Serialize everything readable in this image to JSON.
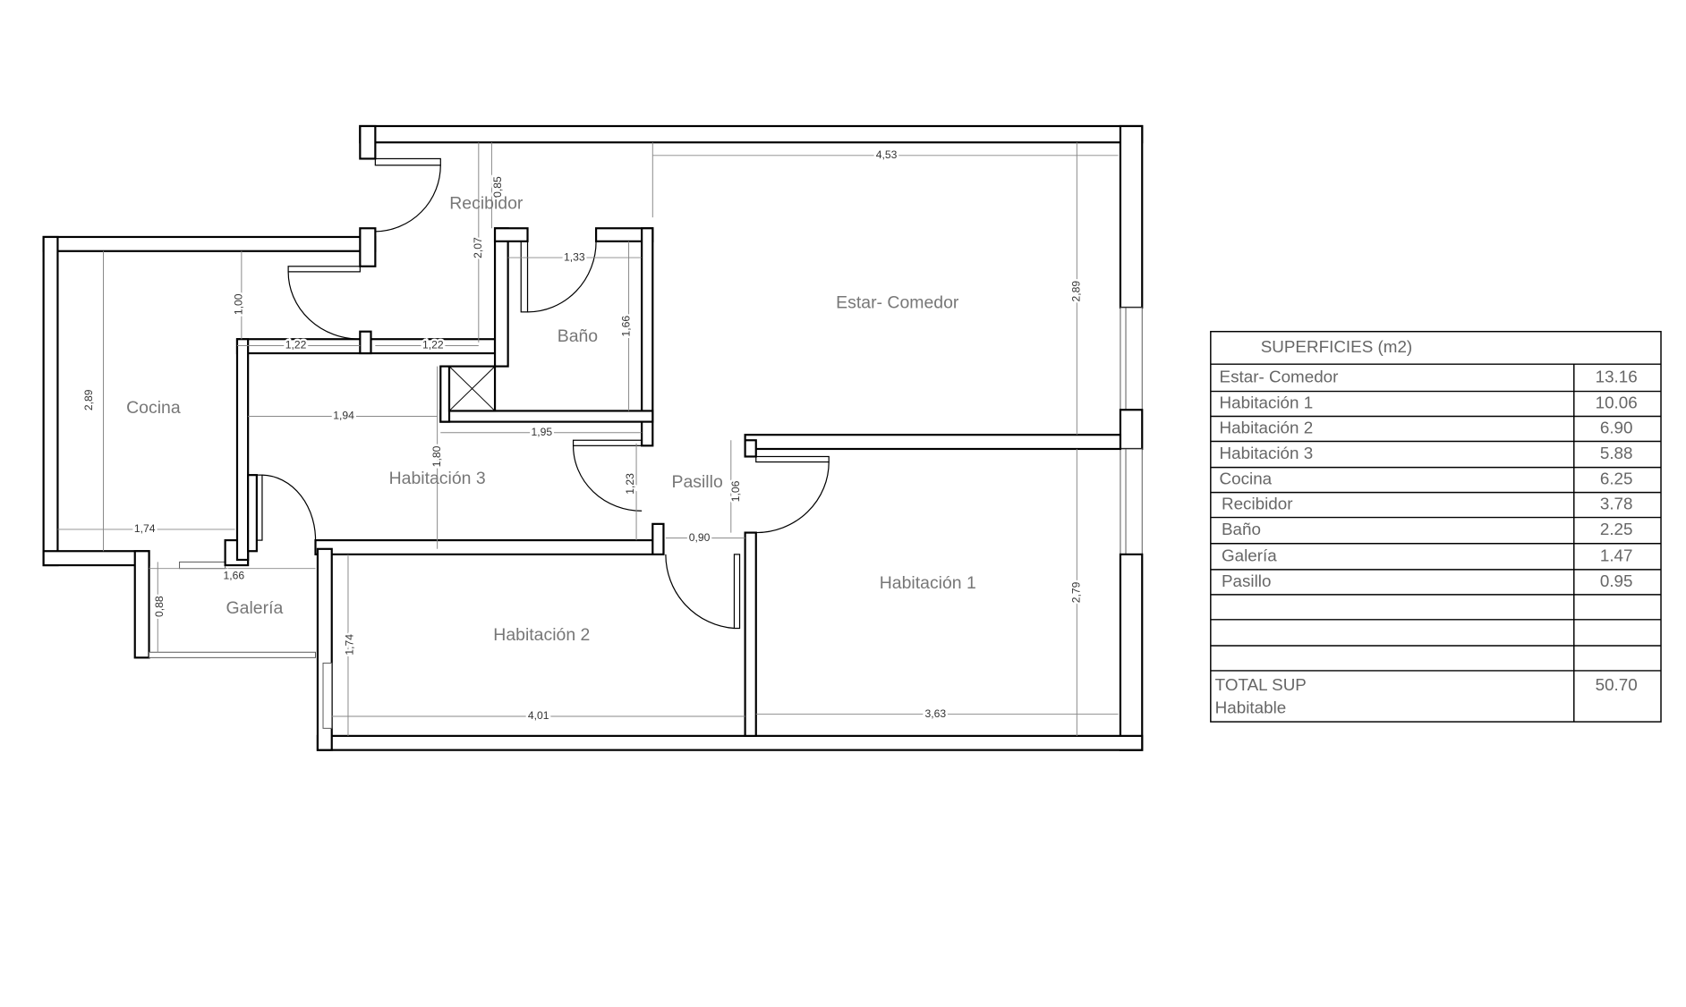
{
  "rooms": {
    "recibidor": "Recibidor",
    "estar": "Estar- Comedor",
    "bano": "Baño",
    "cocina": "Cocina",
    "hab3": "Habitación 3",
    "pasillo": "Pasillo",
    "hab1": "Habitación 1",
    "galeria": "Galería",
    "hab2": "Habitación 2"
  },
  "dimensions": {
    "estar_width": "4,53",
    "estar_depth": "2,89",
    "hab1_depth": "2,79",
    "hab1_width": "3,63",
    "hab2_width": "4,01",
    "hab2_depth": "1,74",
    "hab1_door_offset": "0,90",
    "pasillo_depth": "1,06",
    "pasillo_h3": "1,23",
    "hab3_right": "1,95",
    "hab3_depth": "1,80",
    "hab3_width": "1,94",
    "bano_depth": "1,66",
    "bano_width": "1,33",
    "recibidor_depth": "2,07",
    "recibidor_top": "0,85",
    "recibidor_w1": "1,22",
    "recibidor_w2": "1,22",
    "recibidor_left": "1,00",
    "cocina_depth": "2,89",
    "cocina_width": "1,74",
    "galeria_width": "1,66",
    "galeria_depth": "0,88"
  },
  "table": {
    "title": "SUPERFICIES  (m2)",
    "rows": [
      {
        "name": "Estar- Comedor",
        "value": "13.16"
      },
      {
        "name": "Habitación 1",
        "value": "10.06"
      },
      {
        "name": "Habitación 2",
        "value": "6.90"
      },
      {
        "name": "Habitación 3",
        "value": "5.88"
      },
      {
        "name": "Cocina",
        "value": "6.25"
      },
      {
        "name": "Recibidor",
        "value": "3.78"
      },
      {
        "name": "Baño",
        "value": "2.25"
      },
      {
        "name": "Galería",
        "value": "1.47"
      },
      {
        "name": "Pasillo",
        "value": "0.95"
      }
    ],
    "total_label_1": "TOTAL SUP",
    "total_label_2": "Habitable",
    "total_value": "50.70"
  }
}
